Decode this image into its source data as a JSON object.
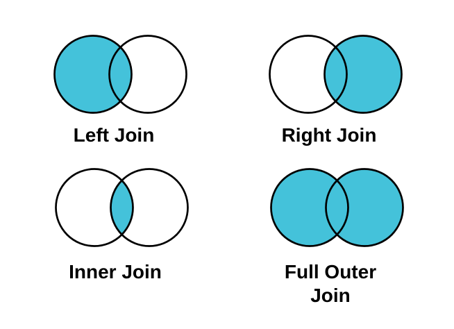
{
  "colors": {
    "fill": "#44c2da",
    "stroke": "#000000",
    "background": "#ffffff",
    "label_text": "#000000"
  },
  "diagrams": [
    {
      "id": "left-join",
      "label": "Left Join",
      "regions": {
        "left": true,
        "intersection": true,
        "right": false
      }
    },
    {
      "id": "right-join",
      "label": "Right Join",
      "regions": {
        "left": false,
        "intersection": true,
        "right": true
      }
    },
    {
      "id": "inner-join",
      "label": "Inner Join",
      "regions": {
        "left": false,
        "intersection": true,
        "right": false
      }
    },
    {
      "id": "full-outer-join",
      "label": "Full Outer\nJoin",
      "regions": {
        "left": true,
        "intersection": true,
        "right": true
      }
    }
  ]
}
